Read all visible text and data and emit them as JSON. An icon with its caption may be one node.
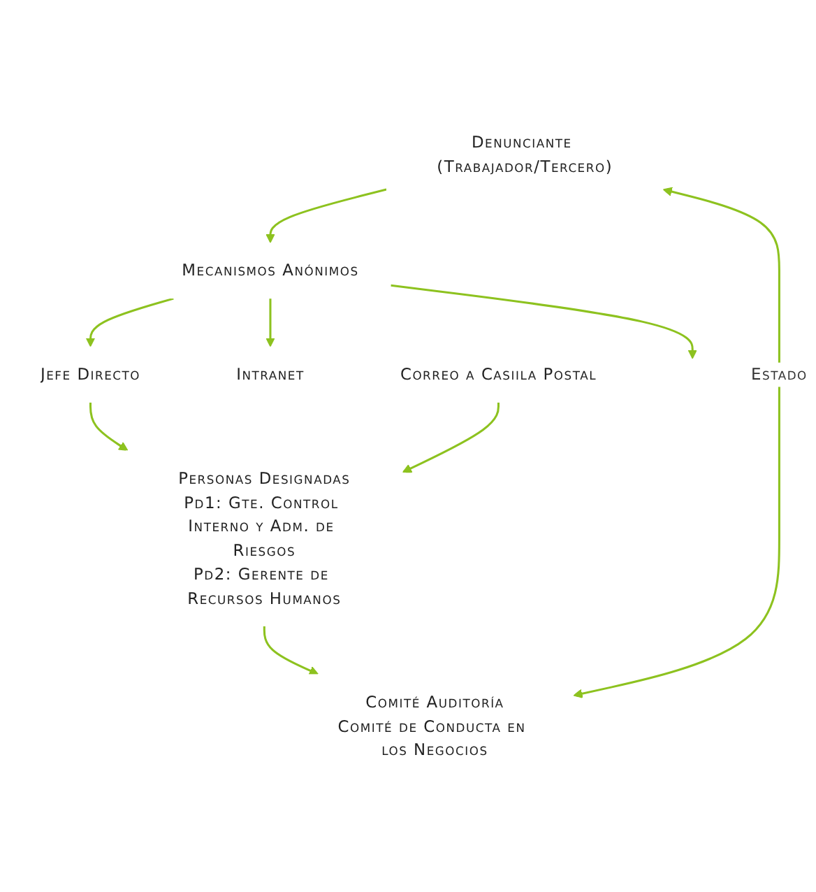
{
  "diagram": {
    "nodes": [
      {
        "text": [
          "Denunciante (Trabajador/Tercero)"
        ]
      },
      {
        "text": [
          "Mecanismos Anónimos"
        ]
      },
      {
        "text": [
          "Jefe Directo"
        ]
      },
      {
        "text": [
          "Intranet"
        ]
      },
      {
        "text": [
          "Correo a Casiila Postal"
        ]
      },
      {
        "text": [
          "Personas Designadas",
          "Pd1: Gte. Control Interno y Adm. de Riesgos",
          "Pd2: Gerente de Recursos Humanos"
        ]
      },
      {
        "text": [
          "Comité Auditoría",
          "Comité de Conducta en los Negocios"
        ]
      }
    ],
    "edges": [
      {
        "from": 0,
        "to": 1,
        "arrow": "to"
      },
      {
        "from": 1,
        "to": null,
        "arrow": "to"
      },
      {
        "from": 1,
        "to": 2,
        "arrow": "to"
      },
      {
        "from": 1,
        "to": 3,
        "arrow": "to"
      },
      {
        "from": 2,
        "to": 5,
        "arrow": "to"
      },
      {
        "from": 4,
        "to": 5,
        "arrow": "to"
      },
      {
        "from": 5,
        "to": 6,
        "arrow": "to"
      },
      {
        "from": 6,
        "to": 0,
        "label": "Estado",
        "arrow": "both"
      }
    ]
  }
}
